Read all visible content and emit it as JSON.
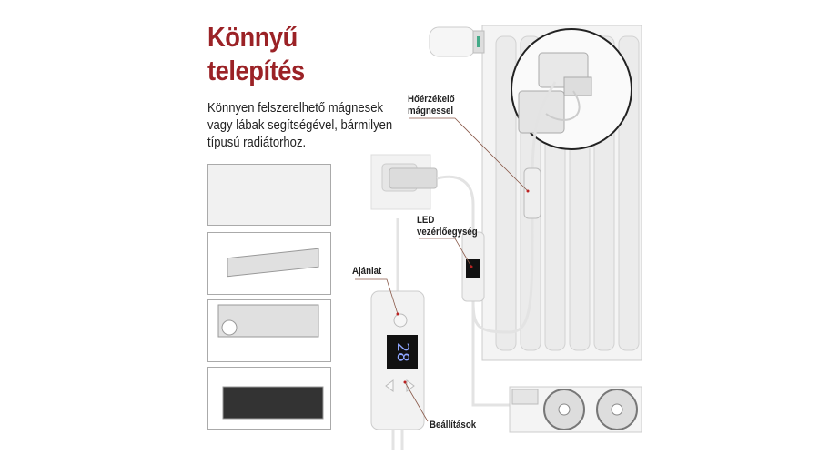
{
  "heading": {
    "line1": "Könnyű",
    "line2": "telepítés"
  },
  "description": {
    "line1": "Könnyen felszerelhető mágnesek",
    "line2": "vagy lábak segítségével, bármilyen",
    "line3": "típusú radiátorhoz."
  },
  "callouts": {
    "sensor": {
      "line1": "Hőérzékelő",
      "line2": "mágnessel"
    },
    "led": {
      "line1": "LED",
      "line2": "vezérlőegység"
    },
    "offer": "Ajánlat",
    "settings": "Beállítások"
  },
  "display_value": "28",
  "colors": {
    "accent": "#9b2226",
    "display_digits": "#8ea6ff"
  }
}
